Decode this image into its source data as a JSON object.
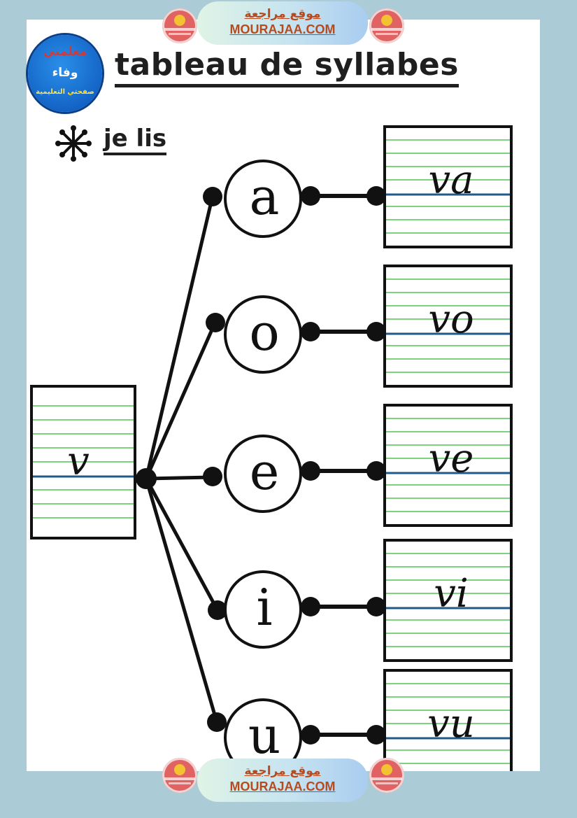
{
  "banners": {
    "arabic": "موقع مراجعة",
    "site": "MOURAJAA.COM"
  },
  "logo": {
    "line1": "معلمتي",
    "line2": "وفاء",
    "line3": "صفحتي التعليمية"
  },
  "header": {
    "title": "tableau de syllabes",
    "subtitle": "je lis"
  },
  "diagram": {
    "consonant": "v",
    "vowels": [
      "a",
      "o",
      "e",
      "i",
      "u"
    ],
    "syllables": [
      "va",
      "vo",
      "ve",
      "vi",
      "vu"
    ]
  },
  "colors": {
    "page_background": "#abcbd7",
    "ruling_green": "#7ed17e",
    "baseline_blue": "#1f5a8a",
    "banner_text": "#b74a1f"
  }
}
